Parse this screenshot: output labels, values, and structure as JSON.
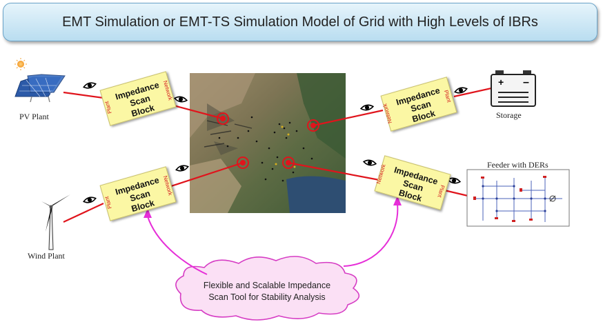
{
  "title": "EMT Simulation or EMT-TS Simulation Model of Grid with High Levels of IBRs",
  "block_label_line1": "Impedance",
  "block_label_line2": "Scan Block",
  "block_side_plant": "Plant",
  "block_side_network": "Network",
  "labels": {
    "pv": "PV Plant",
    "storage": "Storage",
    "wind": "Wind Plant",
    "feeder": "Feeder with DERs"
  },
  "cloud": {
    "line1": "Flexible and Scalable Impedance",
    "line2": "Scan Tool for Stability Analysis"
  },
  "colors": {
    "line": "#e0141c",
    "block_fill": "#fbf7a4",
    "arrow": "#e62ed8",
    "banner": "#b9ddf0"
  }
}
